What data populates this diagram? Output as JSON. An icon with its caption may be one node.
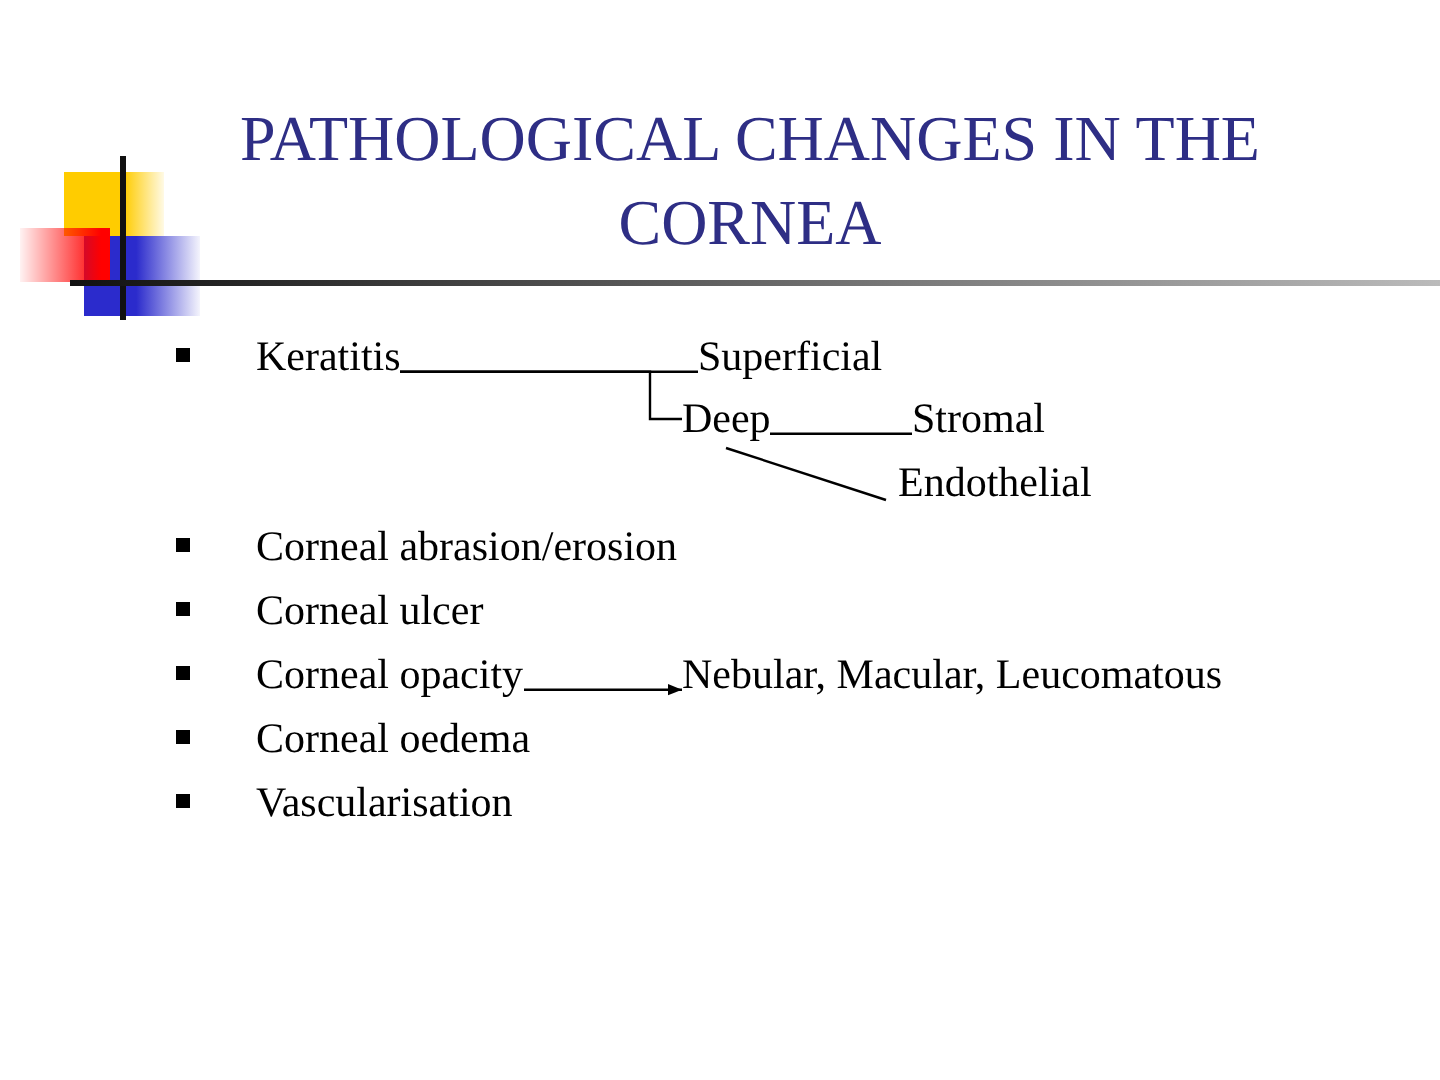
{
  "diagram": {
    "title": "PATHOLOGICAL CHANGES IN THE CORNEA",
    "nodes": [
      {
        "text": [
          "Keratitis"
        ]
      },
      {
        "text": [
          "Superficial"
        ]
      },
      {
        "text": [
          "Deep"
        ]
      },
      {
        "text": [
          "Stromal"
        ]
      },
      {
        "text": [
          "Endothelial"
        ]
      },
      {
        "text": [
          "Corneal abrasion/erosion"
        ]
      },
      {
        "text": [
          "Corneal ulcer"
        ]
      },
      {
        "text": [
          "Corneal opacity"
        ]
      },
      {
        "text": [
          "Nebular, Macular, Leucomatous"
        ]
      },
      {
        "text": [
          "Corneal oedema"
        ]
      },
      {
        "text": [
          "Vascularisation"
        ]
      }
    ],
    "edges": [
      {
        "from": 0,
        "to": 1,
        "arrow": "none"
      },
      {
        "from": 0,
        "to": 2,
        "arrow": "none"
      },
      {
        "from": 2,
        "to": 3,
        "arrow": "none"
      },
      {
        "from": 2,
        "to": 4,
        "arrow": "none"
      },
      {
        "from": 7,
        "to": 8,
        "arrow": "to"
      }
    ]
  }
}
